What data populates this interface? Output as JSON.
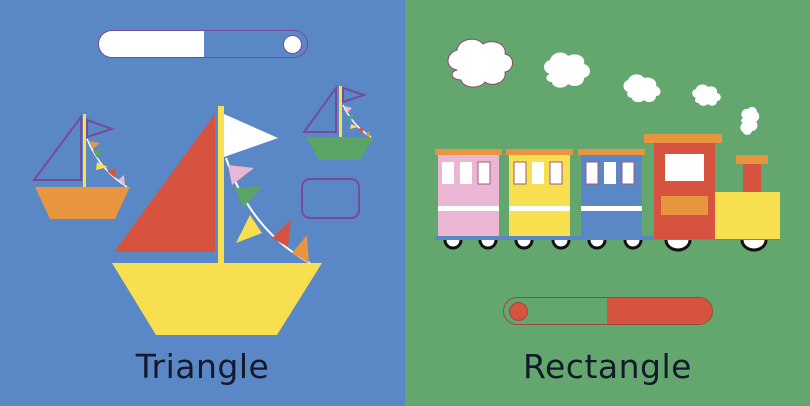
{
  "left_page": {
    "label": "Triangle",
    "background": "#5a87c6",
    "slider": {
      "fill_color": "#ffffff",
      "fill_fraction": 0.5,
      "knob_position": "right"
    },
    "shape_slot": "rectangle-outline"
  },
  "right_page": {
    "label": "Rectangle",
    "background": "#63a76f",
    "slider": {
      "fill_color": "#d5533f",
      "fill_fraction": 0.5,
      "knob_position": "left"
    },
    "train_cars": [
      "pink",
      "yellow",
      "blue"
    ]
  },
  "colors": {
    "red": "#d5533f",
    "yellow": "#f7df50",
    "orange": "#e7963f",
    "green": "#5aa466",
    "pink": "#eab6d4",
    "white": "#ffffff",
    "purple_outline": "#7a4a9a",
    "text": "#141a2b"
  }
}
